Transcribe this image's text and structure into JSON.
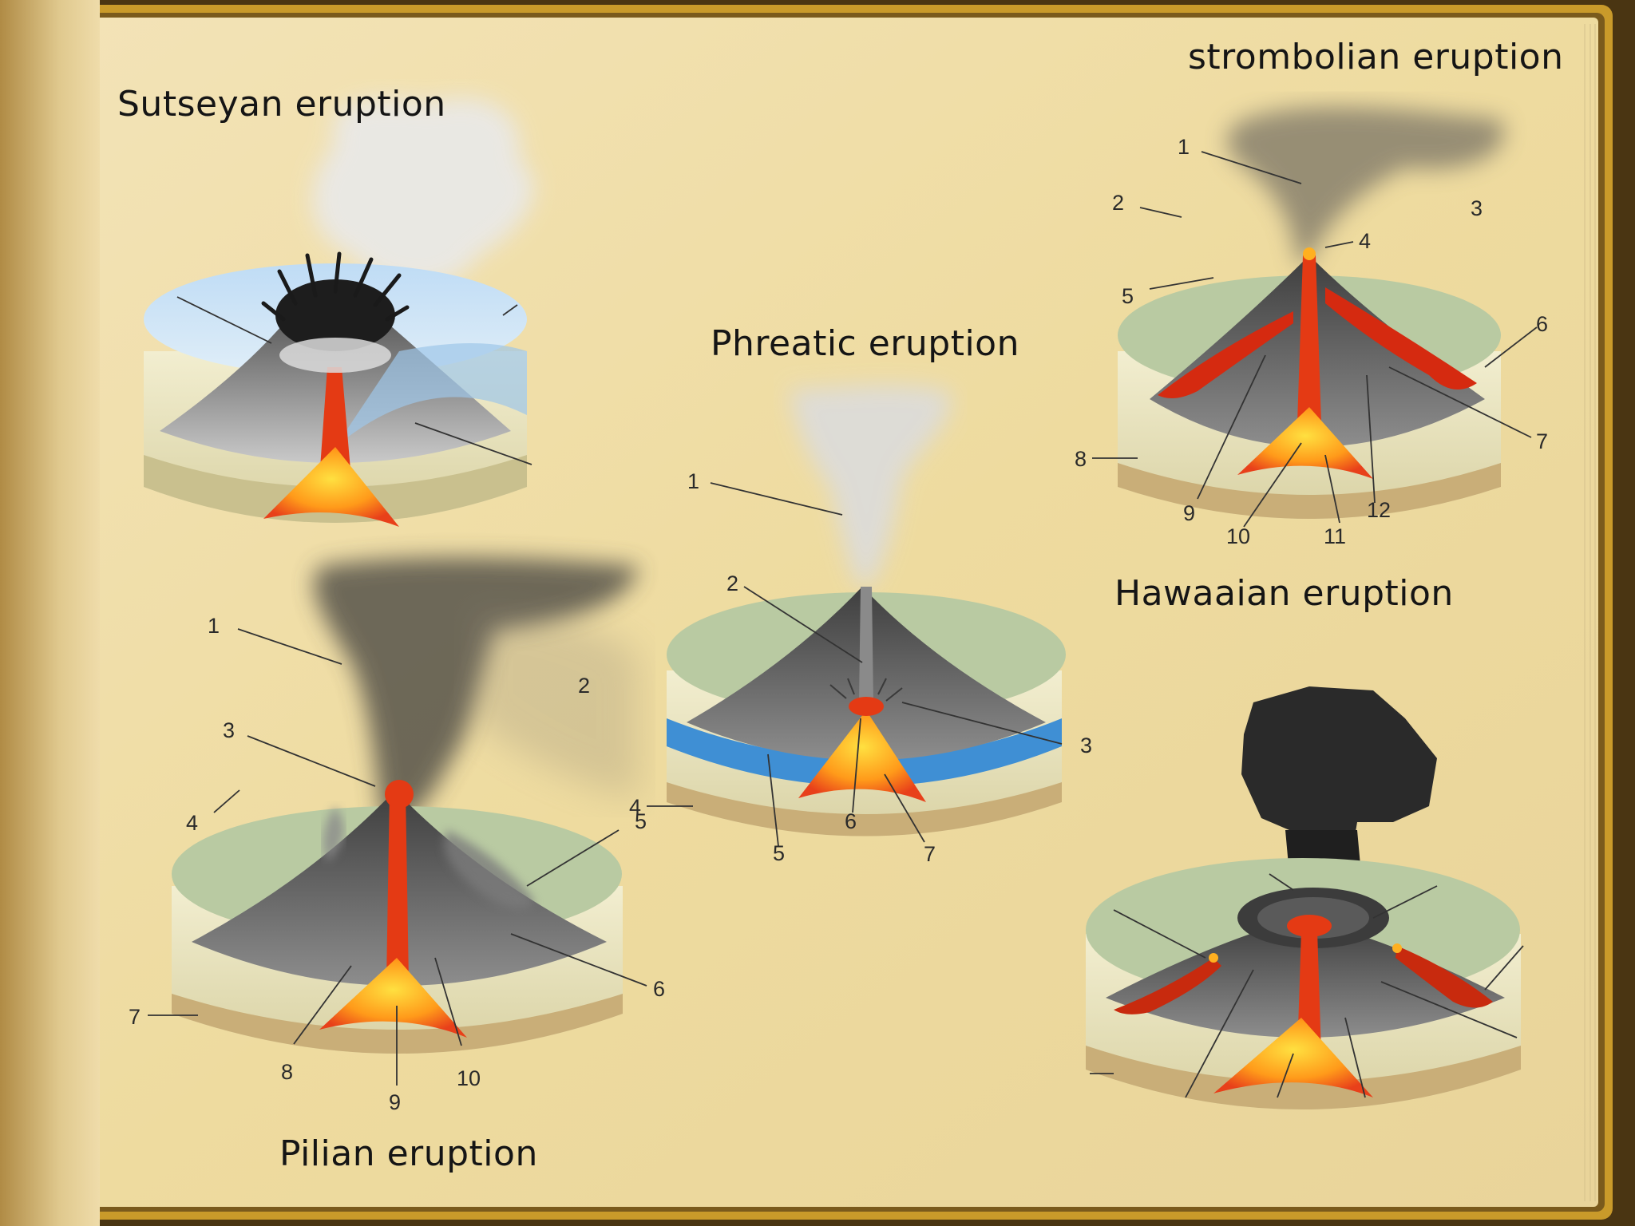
{
  "titles": {
    "sutseyan": "Sutseyan eruption",
    "strombolian": "strombolian eruption",
    "phreatic": "Phreatic eruption",
    "hawaiian": "Hawaaian eruption",
    "pilian": "Pilian eruption"
  },
  "labels": {
    "strombolian": [
      "1",
      "2",
      "3",
      "4",
      "5",
      "6",
      "7",
      "8",
      "9",
      "10",
      "11",
      "12"
    ],
    "phreatic": [
      "1",
      "2",
      "3",
      "4",
      "5",
      "6",
      "7"
    ],
    "pilian": [
      "1",
      "2",
      "3",
      "4",
      "5",
      "6",
      "7",
      "8",
      "9",
      "10"
    ]
  },
  "colors": {
    "parchment": "#efdcaa",
    "frame": "#c99a2a",
    "lava": "#e43a14",
    "magma": "#ffb020",
    "water": "#3f8fd4",
    "ash": "#444444"
  }
}
